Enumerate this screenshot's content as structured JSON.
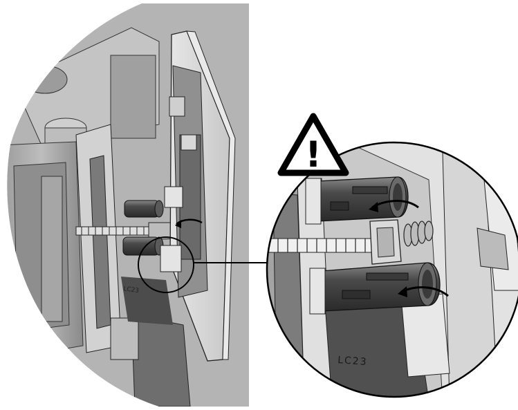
{
  "warning": {
    "symbol": "!"
  },
  "part_markings": {
    "main_view_text": "LC23",
    "detail_view_text": "LC23"
  },
  "colors": {
    "background": "#ffffff",
    "outline": "#1a1a1a",
    "metal_light": "#d8d8d8",
    "metal_mid": "#a8a8a8",
    "metal_dark": "#5a5a5a",
    "shadow": "#3a3a3a"
  },
  "icons": [
    "warning-triangle-icon",
    "rotation-arrow-icon",
    "callout-circle",
    "leader-line"
  ]
}
